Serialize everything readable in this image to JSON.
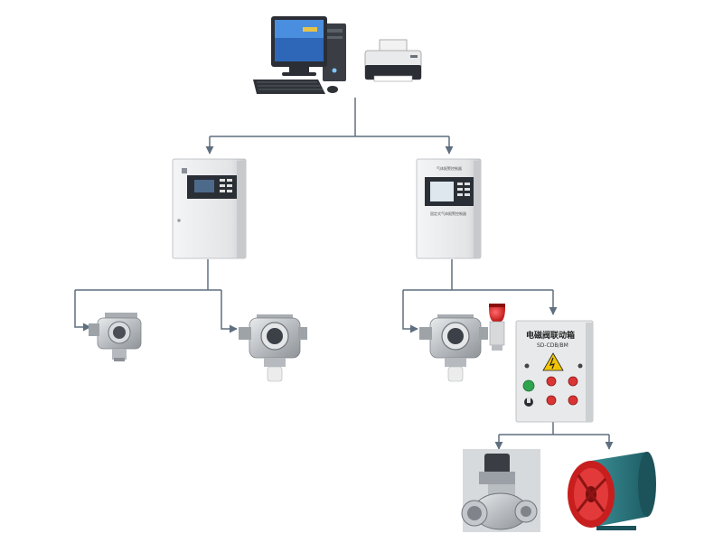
{
  "controller_right": {
    "panel_title": "气体报警控制器",
    "panel_subtitle": "固定式气体报警控制器"
  },
  "linkage_box": {
    "title": "电磁阀联动箱",
    "model": "SD-CDB/BM"
  },
  "colors": {
    "connector_line": "#5f6f7f",
    "cabinet_body": "#e6e7e9",
    "panel_dark": "#2a2f36",
    "indicator_red": "#d93535",
    "indicator_green": "#2ea44f",
    "warning_yellow": "#f2c400",
    "fan_red": "#c81e1e",
    "fan_teal": "#2d7f86"
  },
  "icons": {
    "workstation": "desktop-computer-icon",
    "printer": "printer-icon",
    "valve": "solenoid-valve-icon",
    "fan": "exhaust-fan-icon"
  }
}
